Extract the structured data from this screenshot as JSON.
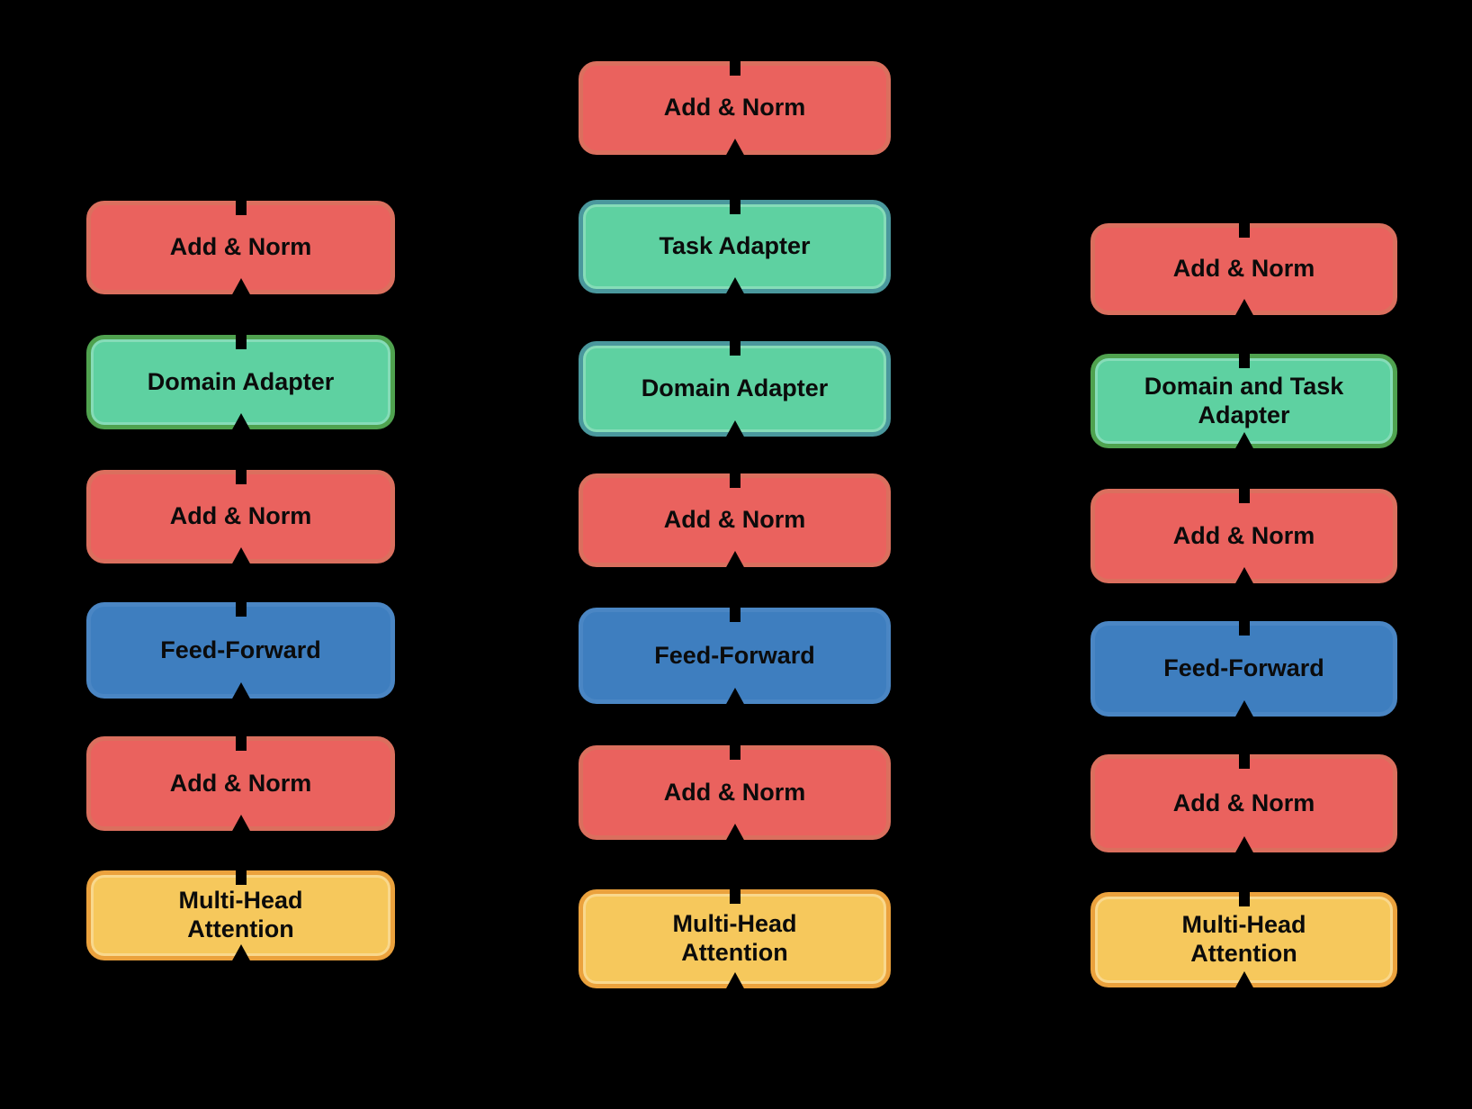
{
  "background_color": "#000000",
  "arrow_color": "#000000",
  "text_color": "#0b0b0b",
  "block_types": {
    "add_norm": {
      "fill": "#EA625E",
      "border": "#DB6F5E"
    },
    "adapter_green": {
      "fill": "#5ED1A1",
      "border": "#4FA24F"
    },
    "adapter_teal": {
      "fill": "#5ED1A1",
      "border": "#4A989D"
    },
    "feed_forward": {
      "fill": "#3E7EBF",
      "border": "#4A86C4"
    },
    "attention": {
      "fill": "#F6C85C",
      "border": "#EBA23D"
    }
  },
  "columns": [
    {
      "name": "left",
      "blocks": [
        {
          "label": "Add & Norm",
          "type": "add_norm"
        },
        {
          "label": "Domain Adapter",
          "type": "adapter_green"
        },
        {
          "label": "Add & Norm",
          "type": "add_norm"
        },
        {
          "label": "Feed-Forward",
          "type": "feed_forward"
        },
        {
          "label": "Add & Norm",
          "type": "add_norm"
        },
        {
          "label": "Multi-Head Attention",
          "type": "attention"
        }
      ]
    },
    {
      "name": "middle",
      "blocks": [
        {
          "label": "Add & Norm",
          "type": "add_norm"
        },
        {
          "label": "Task Adapter",
          "type": "adapter_teal"
        },
        {
          "label": "Domain Adapter",
          "type": "adapter_teal"
        },
        {
          "label": "Add & Norm",
          "type": "add_norm"
        },
        {
          "label": "Feed-Forward",
          "type": "feed_forward"
        },
        {
          "label": "Add & Norm",
          "type": "add_norm"
        },
        {
          "label": "Multi-Head Attention",
          "type": "attention"
        }
      ]
    },
    {
      "name": "right",
      "blocks": [
        {
          "label": "Add & Norm",
          "type": "add_norm"
        },
        {
          "label": "Domain and Task Adapter",
          "type": "adapter_green"
        },
        {
          "label": "Add & Norm",
          "type": "add_norm"
        },
        {
          "label": "Feed-Forward",
          "type": "feed_forward"
        },
        {
          "label": "Add & Norm",
          "type": "add_norm"
        },
        {
          "label": "Multi-Head Attention",
          "type": "attention"
        }
      ]
    }
  ]
}
